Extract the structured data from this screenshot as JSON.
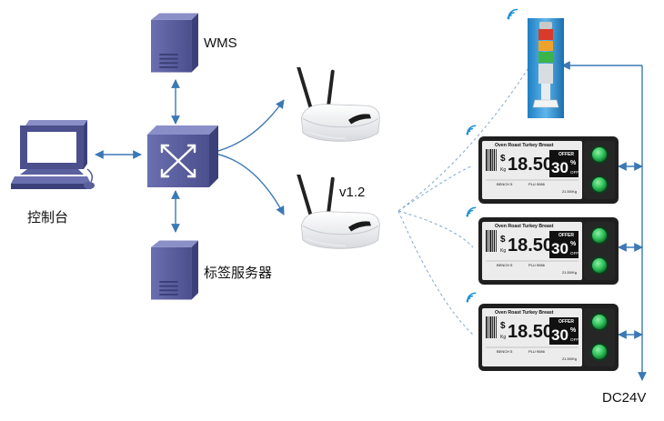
{
  "labels": {
    "wms": "WMS",
    "console": "控制台",
    "label_server": "标签服务器",
    "router_version": "v1.2",
    "power": "DC24V"
  },
  "esl": {
    "product": "Oven Roast Turkey Breast",
    "currency": "$",
    "unit": "Kg",
    "price": "18.50",
    "offer": "OFFER",
    "discount": "30",
    "percent": "%",
    "off": "OFF",
    "bench": "BENCH 5",
    "plu": "PLU 9086",
    "unit_price": "21.50/Kg"
  },
  "colors": {
    "server": "#5a5f9e",
    "link": "#3b78b5",
    "button_green": "#2fc25a",
    "tower_red": "#d93a2a",
    "tower_orange": "#f0a12a",
    "tower_green": "#3bb54a"
  },
  "icons": [
    "server-icon",
    "switch-icon",
    "computer-icon",
    "router-icon",
    "wifi-icon",
    "signal-tower-icon"
  ]
}
